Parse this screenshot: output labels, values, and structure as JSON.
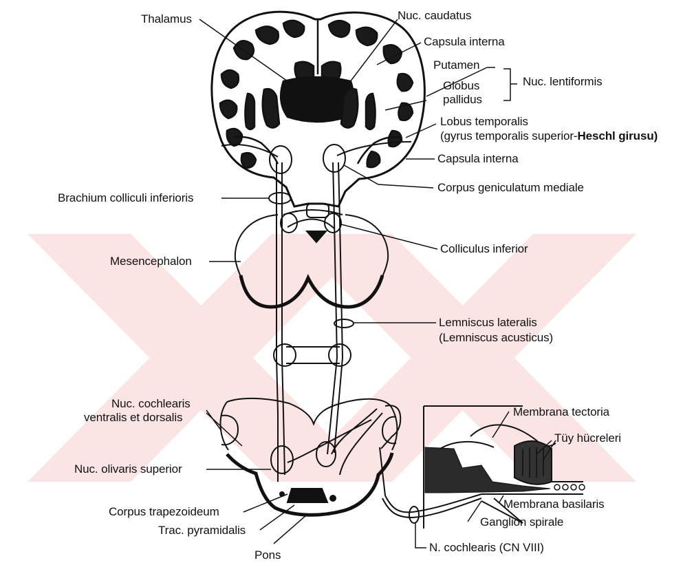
{
  "colors": {
    "ink": "#111111",
    "watermark": "#e43a3a"
  },
  "labels": {
    "thalamus": "Thalamus",
    "nuc_caudatus": "Nuc. caudatus",
    "capsula_interna_top": "Capsula interna",
    "putamen": "Putamen",
    "globus": "Globus",
    "pallidus": "pallidus",
    "nuc_lentiformis": "Nuc. lentiformis",
    "lobus_temporalis": "Lobus temporalis",
    "gyrus_prefix": "(gyrus temporalis superior-",
    "heschl": "Heschl girusu)",
    "capsula_interna_low": "Capsula interna",
    "corpus_geniculatum": "Corpus geniculatum mediale",
    "brachium": "Brachium colliculi inferioris",
    "colliculus_inferior": "Colliculus inferior",
    "mesencephalon": "Mesencephalon",
    "lemniscus_lateralis": "Lemniscus lateralis",
    "lemniscus_acusticus": "(Lemniscus acusticus)",
    "nuc_cochlearis_1": "Nuc. cochlearis",
    "nuc_cochlearis_2": "ventralis et dorsalis",
    "membrana_tectoria": "Membrana tectoria",
    "tuy_hucreleri": "Tüy hücreleri",
    "nuc_olivaris": "Nuc. olivaris superior",
    "membrana_basilaris": "Membrana basilaris",
    "corpus_trapezoideum": "Corpus trapezoideum",
    "ganglion_spirale": "Ganglion spirale",
    "trac_pyramidalis": "Trac. pyramidalis",
    "n_cochlearis": "N. cochlearis (CN VIII)",
    "pons": "Pons"
  }
}
